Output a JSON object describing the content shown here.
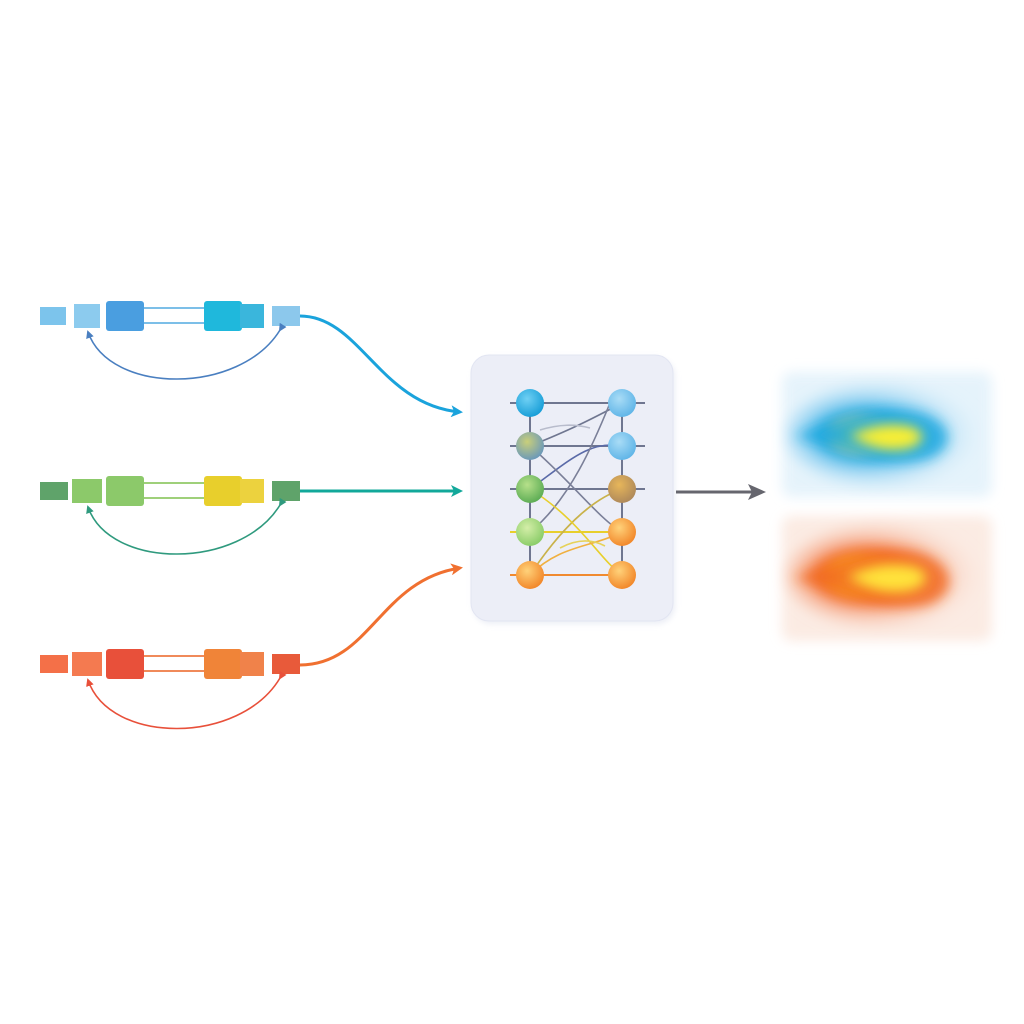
{
  "colors": {
    "blue": "#1aa3dc",
    "blue_light": "#7cc4ec",
    "blue_mid": "#4a9ee0",
    "cyan": "#1fb8dc",
    "green": "#8cc96a",
    "green_dark": "#5fa36a",
    "yellow": "#e8cf2c",
    "teal": "#12a89a",
    "red": "#e8503a",
    "orange": "#f08438",
    "orange_light": "#f47048",
    "gray_arrow": "#66666e",
    "panel_bg": "#eceef7",
    "panel_edge": "#e2e5f2"
  },
  "diagram": {
    "sequences": [
      {
        "name": "sequence-blue",
        "color": "blue"
      },
      {
        "name": "sequence-green",
        "color": "green"
      },
      {
        "name": "sequence-orange",
        "color": "orange"
      }
    ],
    "network": {
      "left_nodes": 5,
      "right_nodes": 5
    },
    "outputs": [
      {
        "name": "heatmap-blue",
        "color": "blue"
      },
      {
        "name": "heatmap-orange",
        "color": "orange"
      }
    ]
  }
}
